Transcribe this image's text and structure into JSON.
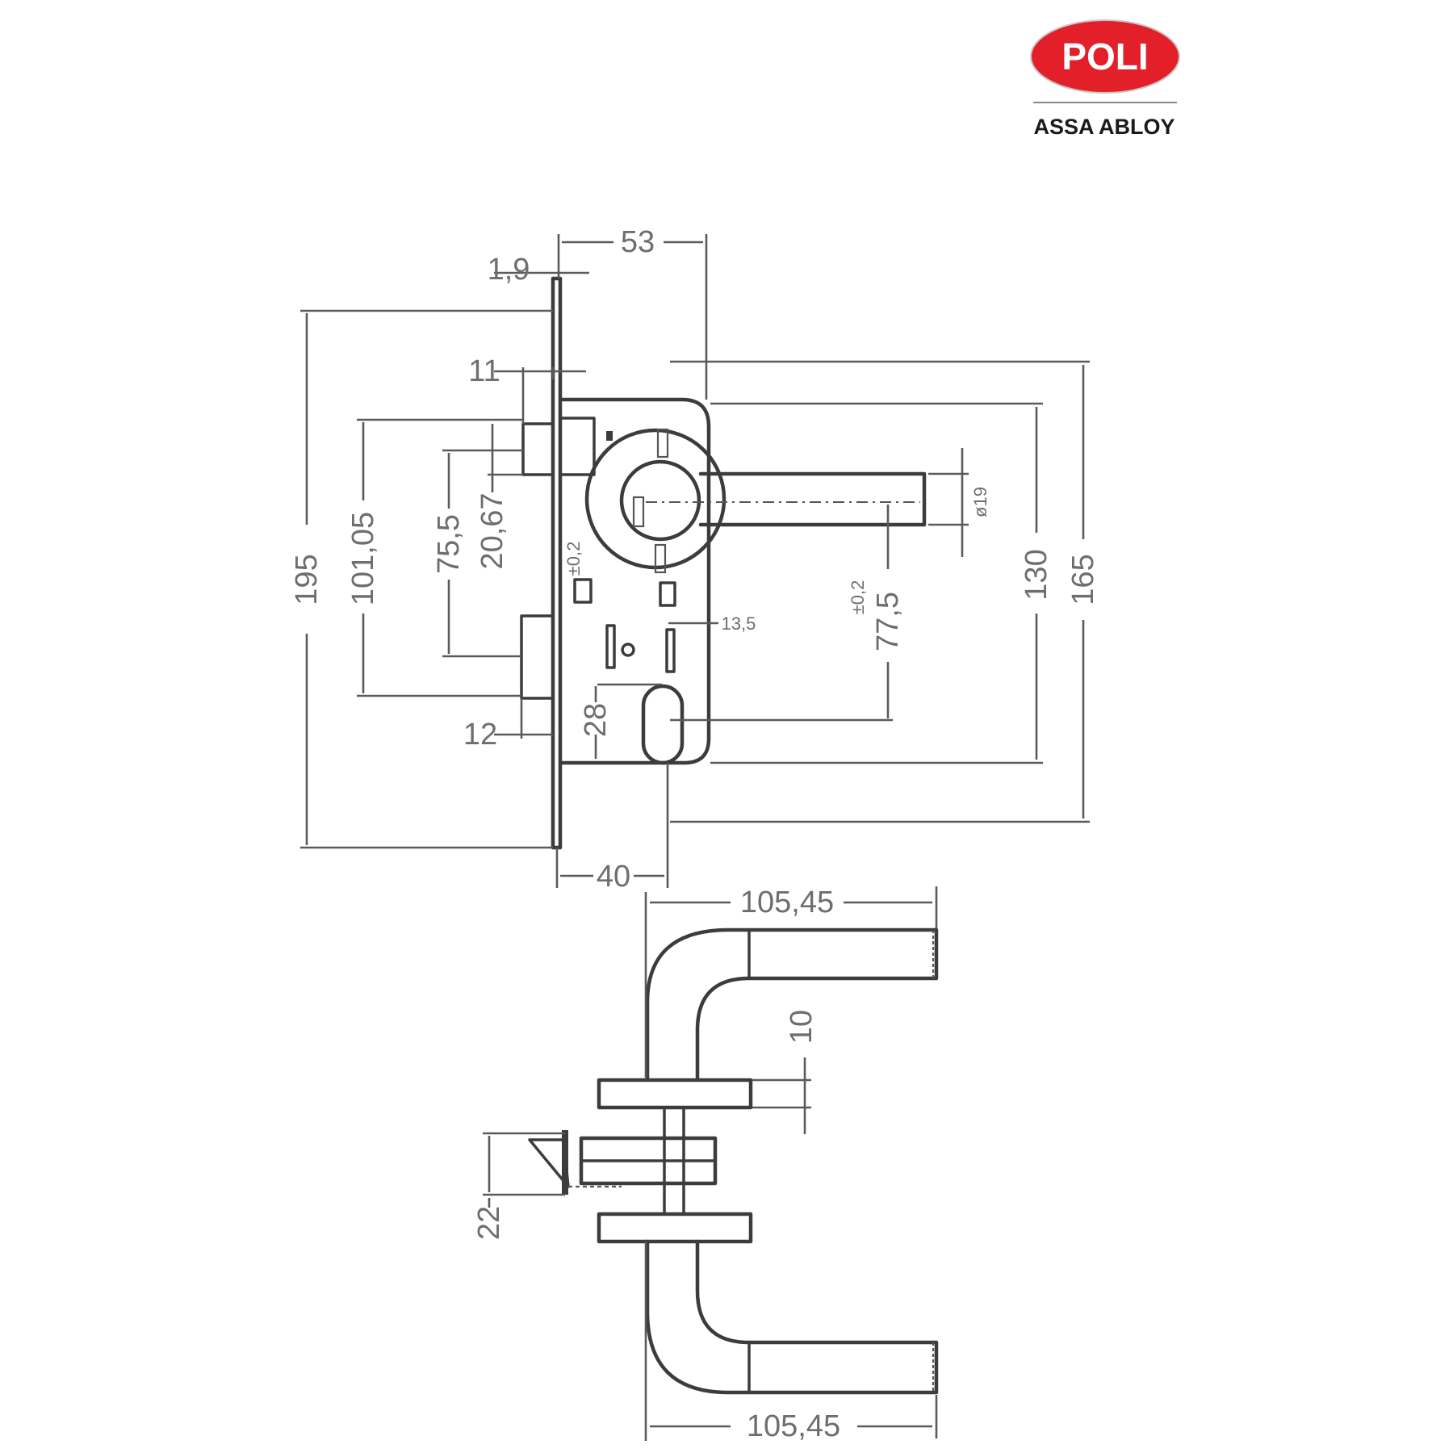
{
  "brand": {
    "name": "POLI",
    "subtitle": "ASSA ABLOY",
    "color": "#e3202a"
  },
  "dimensions": {
    "d_53": "53",
    "d_1_9": "1,9",
    "d_11": "11",
    "d_195": "195",
    "d_101_05": "101,05",
    "d_75_5": "75,5",
    "d_20_67": "20,67",
    "d_12": "12",
    "d_28": "28",
    "d_40": "40",
    "d_13_5": "13,5",
    "d_77_5": "77,5",
    "d_tol_77": "±0,2",
    "d_tol_sq": "±0,2",
    "d_130": "130",
    "d_165": "165",
    "d_dia19": "ø19",
    "d_105_45_top": "105,45",
    "d_10": "10",
    "d_22": "22",
    "d_105_45_bottom": "105,45"
  }
}
